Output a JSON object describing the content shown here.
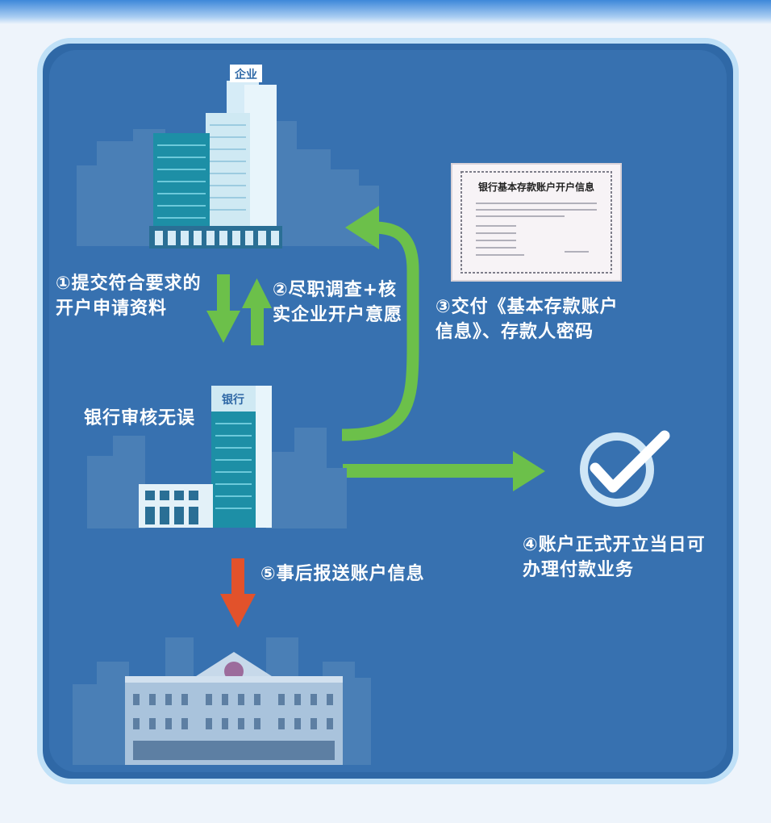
{
  "diagram": {
    "enterprise_sign": "企业",
    "bank_sign": "银行",
    "certificate_title": "银行基本存款账户开户信息",
    "steps": {
      "step1_line1": "①提交符合要求的",
      "step1_line2": "开户申请资料",
      "step2_line1": "②尽职调查+核",
      "step2_line2": "实企业开户意愿",
      "bank_review": "银行审核无误",
      "step3_line1": "③交付《基本存款账户",
      "step3_line2": "信息》、存款人密码",
      "step4_line1": "④账户正式开立当日可",
      "step4_line2": "办理付款业务",
      "step5": "⑤事后报送账户信息"
    }
  },
  "colors": {
    "background": "#3771b0",
    "frame_border": "#bfe0f7",
    "green_arrow": "#6cc04a",
    "red_arrow": "#e2522b",
    "skyline": "#4a7fb6",
    "check": "#ffffff"
  }
}
